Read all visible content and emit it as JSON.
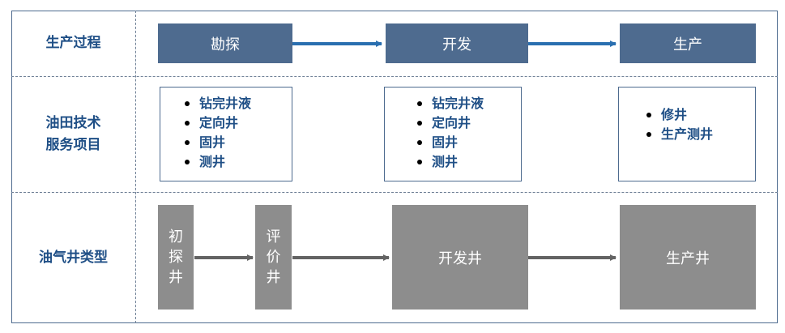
{
  "rows": {
    "process": "生产过程",
    "services": [
      "油田技术",
      "服务项目"
    ],
    "well_types": "油气井类型"
  },
  "phases": {
    "exploration": "勘探",
    "development": "开发",
    "production": "生产"
  },
  "services": {
    "exploration": [
      "钻完井液",
      "定向井",
      "固井",
      "测井"
    ],
    "development": [
      "钻完井液",
      "定向井",
      "固井",
      "测井"
    ],
    "production": [
      "修井",
      "生产测井"
    ]
  },
  "wells": {
    "preliminary": [
      "初",
      "探",
      "井"
    ],
    "appraisal": [
      "评",
      "价",
      "井"
    ],
    "development": "开发井",
    "production": "生产井"
  },
  "colors": {
    "phase_fill": "#4e6b8f",
    "arrow_blue": "#2a6fb0",
    "well_fill": "#8d8d8d",
    "arrow_gray": "#636363",
    "label_text": "#1f4f86"
  }
}
